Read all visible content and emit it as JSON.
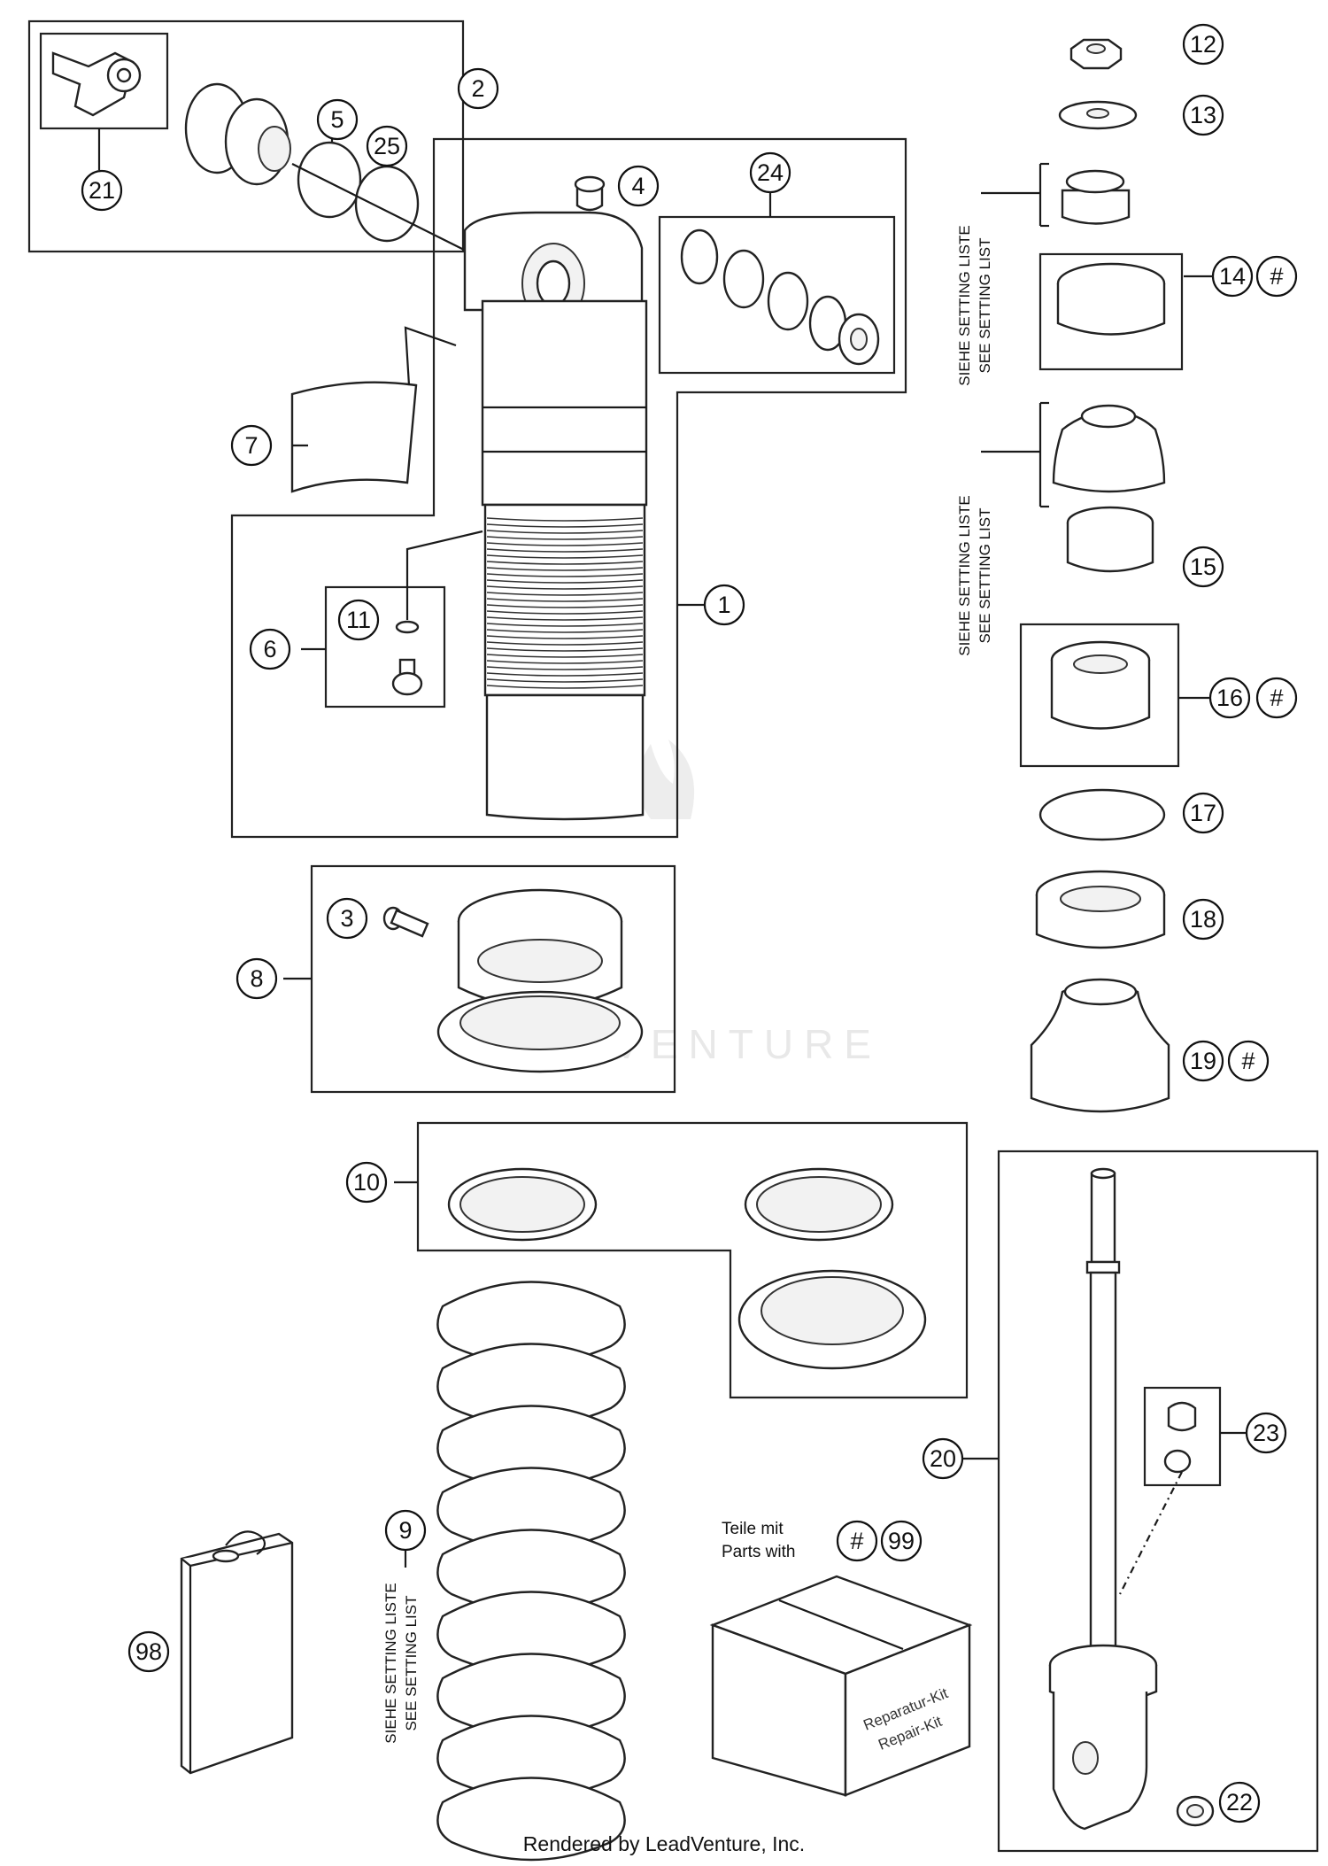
{
  "callouts": {
    "c1": "1",
    "c2": "2",
    "c3": "3",
    "c4": "4",
    "c5": "5",
    "c6": "6",
    "c7": "7",
    "c8": "8",
    "c9": "9",
    "c10": "10",
    "c11": "11",
    "c12": "12",
    "c13": "13",
    "c14": "14",
    "c15": "15",
    "c16": "16",
    "c17": "17",
    "c18": "18",
    "c19": "19",
    "c20": "20",
    "c21": "21",
    "c22": "22",
    "c23": "23",
    "c24": "24",
    "c25": "25",
    "c98": "98",
    "c99": "99",
    "hash": "#"
  },
  "setting_note": {
    "line1": "SIEHE SETTING LISTE",
    "line2": "SEE SETTING LIST"
  },
  "kit_note": {
    "line1": "Teile mit",
    "line2": "Parts with"
  },
  "kit_box": {
    "line1": "Reparatur-Kit",
    "line2": "Repair-Kit"
  },
  "watermark": "LEADVENTURE",
  "footer": "Rendered by LeadVenture, Inc."
}
